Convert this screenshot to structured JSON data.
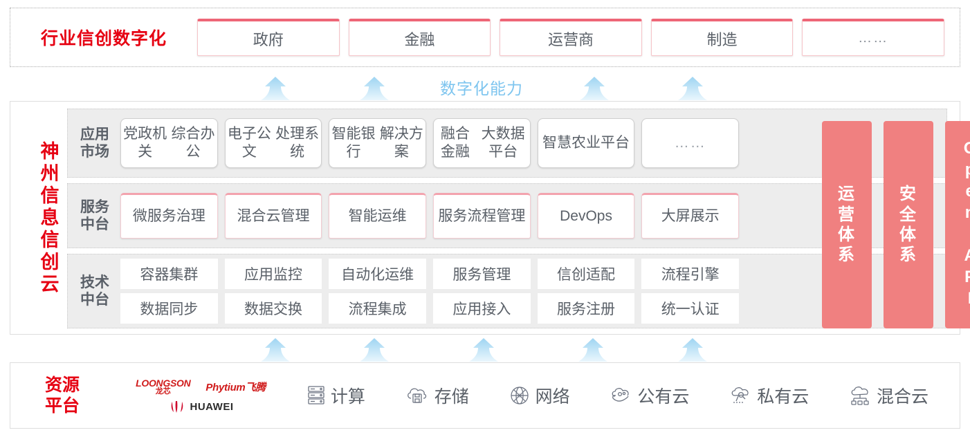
{
  "industry": {
    "title": "行业信创数字化",
    "cards": [
      "政府",
      "金融",
      "运营商",
      "制造",
      "……"
    ]
  },
  "capability": {
    "label": "数字化能力",
    "arrow_count_top": 4,
    "arrow_count_bottom": 5
  },
  "cloud": {
    "title_chars": [
      "神",
      "州",
      "信",
      "息",
      "信",
      "创",
      "云"
    ],
    "rows": [
      {
        "label_lines": [
          "应用",
          "市场"
        ],
        "cards": [
          "党政机关\n综合办公",
          "电子公文\n处理系统",
          "智能银行\n解决方案",
          "融合金融\n大数据平台",
          "智慧农业\n平台",
          "……"
        ]
      },
      {
        "label_lines": [
          "服务",
          "中台"
        ],
        "cards": [
          "微服务\n治理",
          "混合云\n管理",
          "智能运维",
          "服务流程\n管理",
          "DevOps",
          "大屏展示"
        ]
      },
      {
        "label_lines": [
          "技术",
          "中台"
        ],
        "cards_top": [
          "容器集群",
          "应用监控",
          "自动化运维",
          "服务管理",
          "信创适配",
          "流程引擎"
        ],
        "cards_bottom": [
          "数据同步",
          "数据交换",
          "流程集成",
          "应用接入",
          "服务注册",
          "统一认证"
        ]
      }
    ],
    "side_bars": [
      {
        "text": "运营体系",
        "rotated": false
      },
      {
        "text": "安全体系",
        "rotated": false
      },
      {
        "text": "Open API",
        "rotated": true
      }
    ]
  },
  "resource": {
    "title_lines": [
      "资源",
      "平台"
    ],
    "vendors": {
      "loongson_en": "LOONGSON",
      "loongson_cn": "龙芯",
      "phytium": "Phytium飞腾",
      "huawei": "HUAWEI"
    },
    "items": [
      {
        "icon": "server-rack-icon",
        "label": "计算"
      },
      {
        "icon": "cloud-storage-icon",
        "label": "存储"
      },
      {
        "icon": "network-mesh-icon",
        "label": "网络"
      },
      {
        "icon": "public-cloud-icon",
        "label": "公有云"
      },
      {
        "icon": "private-cloud-icon",
        "label": "私有云"
      },
      {
        "icon": "hybrid-cloud-icon",
        "label": "混合云"
      }
    ]
  },
  "colors": {
    "brand_red": "#e60012",
    "accent_pink": "#f08080",
    "card_pink_border": "#ee6677",
    "arrow_blue": "#a8d8f0",
    "capability_text": "#7ec5ef",
    "panel_gray": "#ededed"
  }
}
